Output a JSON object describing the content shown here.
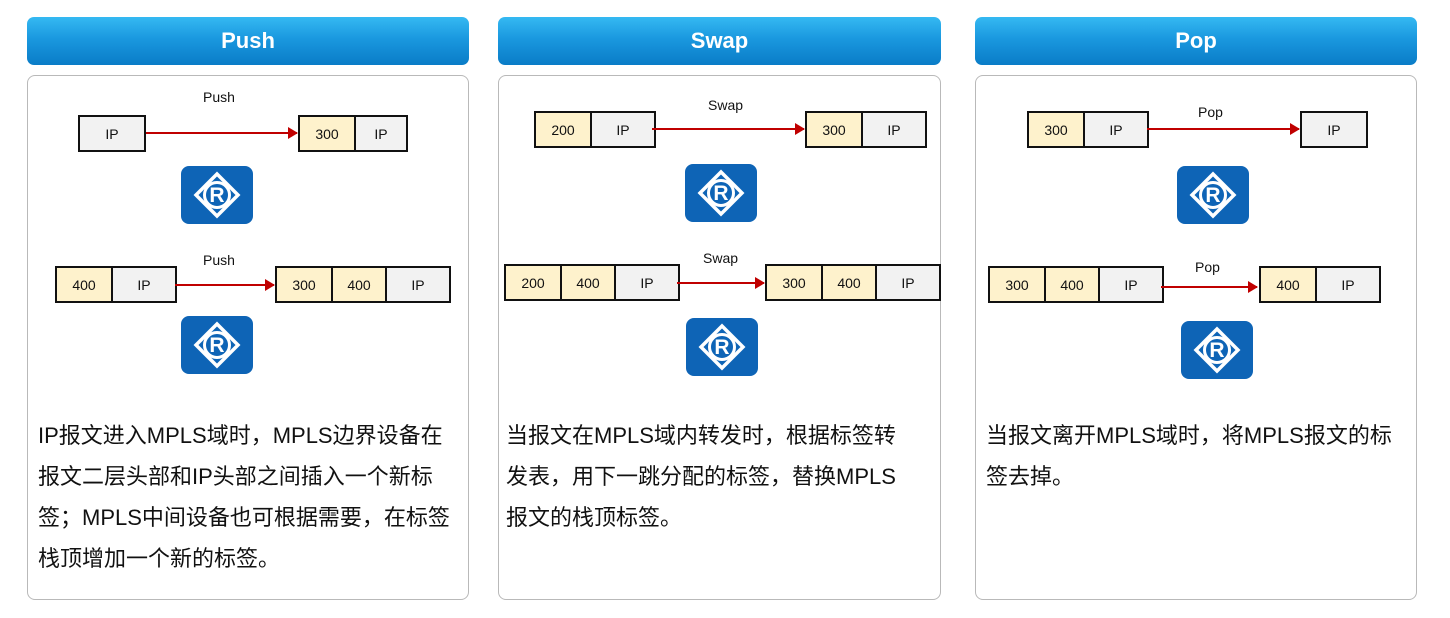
{
  "panels": [
    {
      "title": "Push",
      "rows": [
        {
          "op": "Push",
          "before": [
            "IP"
          ],
          "after": [
            "300",
            "IP"
          ]
        },
        {
          "op": "Push",
          "before": [
            "400",
            "IP"
          ],
          "after": [
            "300",
            "400",
            "IP"
          ]
        }
      ],
      "router_icon": "router-icon",
      "description": "IP报文进入MPLS域时，MPLS边界设备在报文二层头部和IP头部之间插入一个新标签；MPLS中间设备也可根据需要，在标签栈顶增加一个新的标签。"
    },
    {
      "title": "Swap",
      "rows": [
        {
          "op": "Swap",
          "before": [
            "200",
            "IP"
          ],
          "after": [
            "300",
            "IP"
          ]
        },
        {
          "op": "Swap",
          "before": [
            "200",
            "400",
            "IP"
          ],
          "after": [
            "300",
            "400",
            "IP"
          ]
        }
      ],
      "router_icon": "router-icon",
      "description": "当报文在MPLS域内转发时，根据标签转发表，用下一跳分配的标签，替换MPLS报文的栈顶标签。"
    },
    {
      "title": "Pop",
      "rows": [
        {
          "op": "Pop",
          "before": [
            "300",
            "IP"
          ],
          "after": [
            "IP"
          ]
        },
        {
          "op": "Pop",
          "before": [
            "300",
            "400",
            "IP"
          ],
          "after": [
            "400",
            "IP"
          ]
        }
      ],
      "router_icon": "router-icon",
      "description": "当报文离开MPLS域时，将MPLS报文的标签去掉。"
    }
  ],
  "colors": {
    "header_blue": "#1a98df",
    "label_cell": "#fef2cc",
    "ip_cell": "#f2f2f2",
    "arrow_red": "#c00000",
    "router_blue": "#0e64b6"
  }
}
